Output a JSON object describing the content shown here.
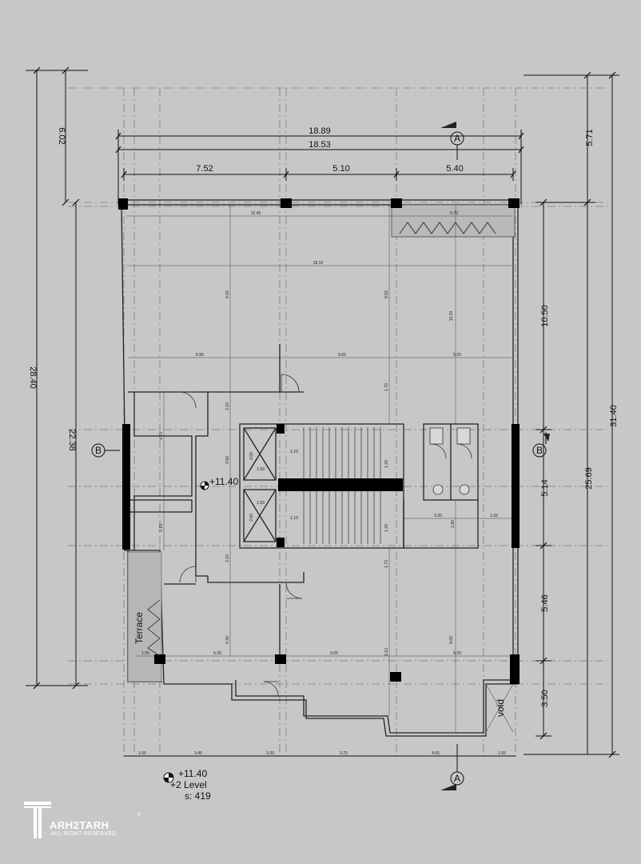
{
  "dimensions": {
    "top_total_outer": "18.89",
    "top_total_inner": "18.53",
    "top_spans": [
      "7.52",
      "5.10",
      "5.40"
    ],
    "left_overall": "28.40",
    "left_upper": "6.02",
    "left_lower": "22.38",
    "right_upper": "5.71",
    "right_overall": "31.40",
    "right_main": "25.69",
    "right_spans": [
      "10.50",
      "5.14",
      "5.46",
      "3.50"
    ],
    "bottom_spans": [
      "1.55",
      "3.45",
      "3.20",
      "3.75",
      "4.65",
      "1.55"
    ]
  },
  "interior_dims": [
    "12.40",
    "5.70",
    "18.10",
    "6.95",
    "5.65",
    "5.20",
    "6.50",
    "8.50",
    "10.20",
    "4.70",
    "2.10",
    "4.50",
    "3.10",
    "2.10",
    "5.30",
    "5.30",
    "5.05",
    "6.10",
    "5.20",
    "8.60",
    "1.70",
    "1.70",
    "1.10",
    "1.10",
    "1.20",
    "1.20",
    "3.30",
    "1.55",
    "1.90",
    "2.60",
    "2.60",
    "1.60",
    "1.60",
    "1.55"
  ],
  "section_markers": {
    "a_top": "A",
    "a_bottom": "A",
    "b_left": "B",
    "b_right": "B"
  },
  "room_labels": {
    "terrace": "Terrace",
    "void": "void"
  },
  "level_marker": "+11.40",
  "caption": {
    "elevation": "+11.40",
    "level": "+2 Level",
    "scale": "s: 419"
  },
  "logo": {
    "brand": "ARH2TARH",
    "rights": "ALL RIGHT RESERVED",
    "registered": "©"
  }
}
